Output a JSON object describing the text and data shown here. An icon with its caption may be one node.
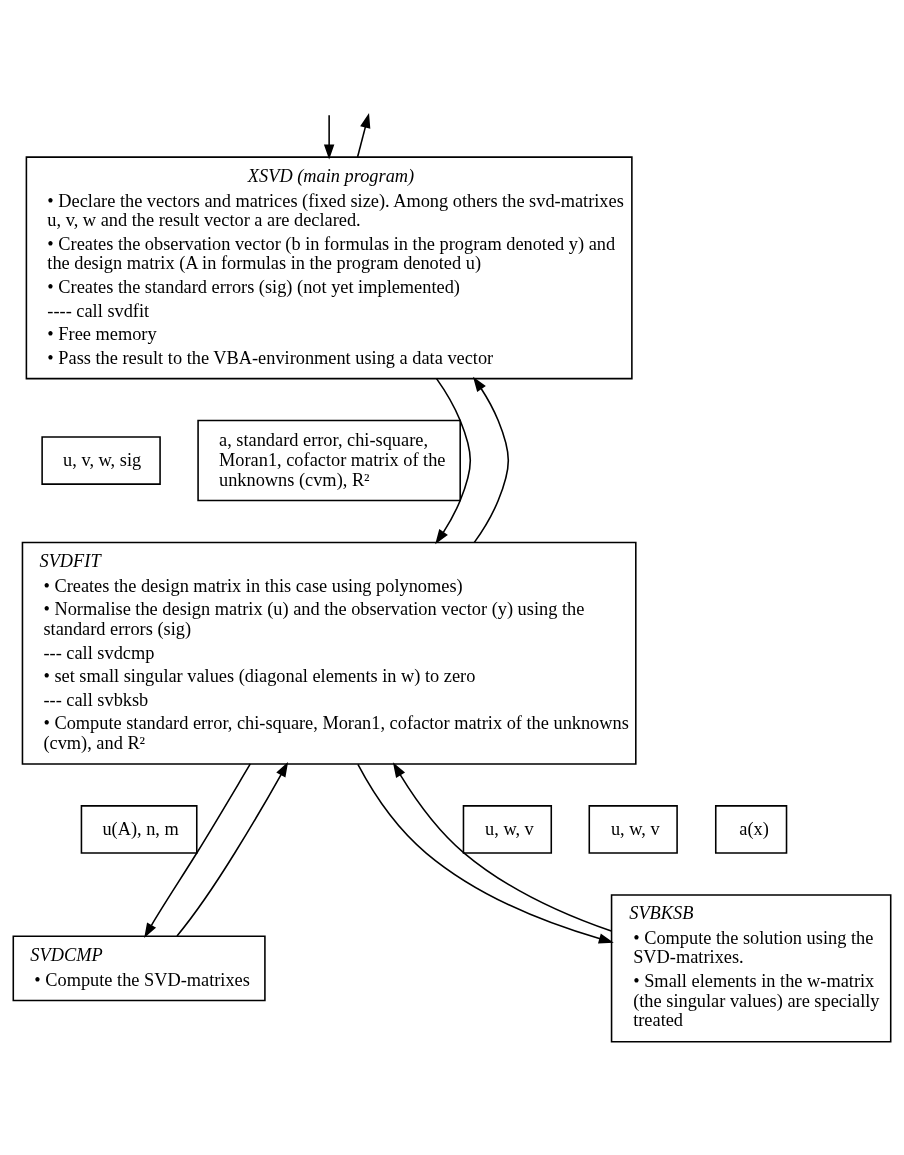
{
  "diagram": {
    "nodes": [
      {
        "text": [
          "XSVD (main program)",
          "• Declare the vectors and matrices (fixed size). Among others the svd-matrixes u, v, w and the result vector a are declared.",
          "• Creates the observation vector (b in formulas in the program denoted y) and the design matrix (A in formulas in the program denoted u)",
          "• Creates the standard errors (sig) (not yet implemented)",
          "---- call svdfit",
          "• Free memory",
          "• Pass the result to the VBA-environment using a data vector"
        ]
      },
      {
        "text": [
          "u, v, w, sig"
        ]
      },
      {
        "text": [
          "a, standard error, chi-square, Moran1, cofactor matrix of the unknowns (cvm), R²"
        ]
      },
      {
        "text": [
          "SVDFIT",
          "• Creates the design matrix in this case using polynomes)",
          "• Normalise the design matrix (u) and the observation vector (y) using the standard errors (sig)",
          "--- call svdcmp",
          "• set small singular values (diagonal elements in w) to zero",
          "--- call svbksb",
          "• Compute standard error, chi-square, Moran1, cofactor matrix of the unknowns (cvm), and R²"
        ]
      },
      {
        "text": [
          "u(A), n, m"
        ]
      },
      {
        "text": [
          "u, w, v"
        ]
      },
      {
        "text": [
          "u, w, v"
        ]
      },
      {
        "text": [
          "a(x)"
        ]
      },
      {
        "text": [
          "SVDCMP",
          "• Compute the SVD-matrixes"
        ]
      },
      {
        "text": [
          "SVBKSB",
          "• Compute the solution using the SVD-matrixes.",
          "• Small elements in the w-matrix (the singular values) are specially treated"
        ]
      }
    ],
    "edges": [
      {
        "from": 0,
        "to": null,
        "arrow": "to"
      },
      {
        "from": null,
        "to": 0,
        "arrow": "to"
      },
      {
        "from": 0,
        "to": 3,
        "arrow": "to"
      },
      {
        "from": 3,
        "to": 0,
        "arrow": "to"
      },
      {
        "from": 3,
        "to": 8,
        "arrow": "to"
      },
      {
        "from": 8,
        "to": 3,
        "arrow": "to"
      },
      {
        "from": 3,
        "to": 9,
        "arrow": "to"
      },
      {
        "from": 9,
        "to": 3,
        "arrow": "to"
      }
    ]
  }
}
